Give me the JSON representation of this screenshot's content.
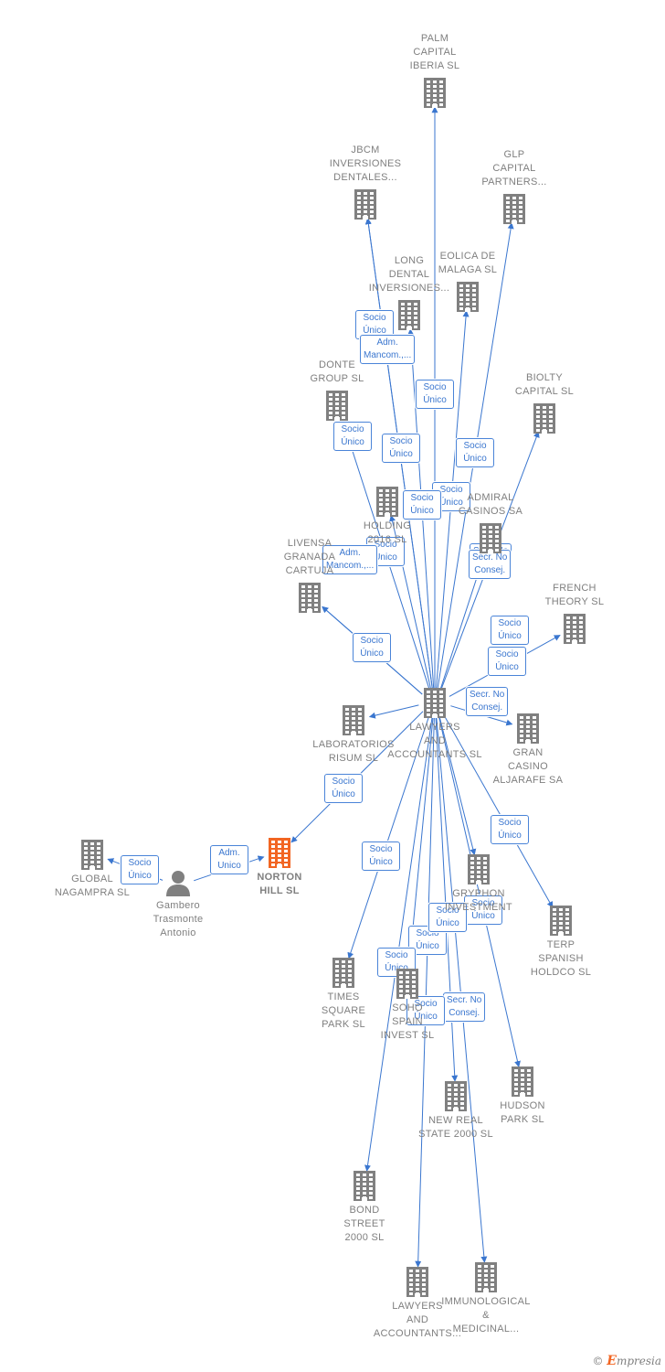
{
  "colors": {
    "edge": "#3a76cf",
    "building": "#808080",
    "focus": "#f26522",
    "label": "#7f7f7f"
  },
  "nodes": [
    {
      "id": "palm",
      "label": "PALM\nCAPITAL\nIBERIA  SL",
      "type": "company"
    },
    {
      "id": "jbcm",
      "label": "JBCM\nINVERSIONES\nDENTALES...",
      "type": "company"
    },
    {
      "id": "glp",
      "label": "GLP\nCAPITAL\nPARTNERS...",
      "type": "company"
    },
    {
      "id": "long",
      "label": "LONG\nDENTAL\nINVERSIONES...",
      "type": "company"
    },
    {
      "id": "eolica",
      "label": "EOLICA DE\nMALAGA  SL",
      "type": "company"
    },
    {
      "id": "donte",
      "label": "DONTE\nGROUP  SL",
      "type": "company"
    },
    {
      "id": "biolty",
      "label": "BIOLTY\nCAPITAL SL",
      "type": "company"
    },
    {
      "id": "hold2016",
      "label": "HOLDING\n2016  SL",
      "type": "company"
    },
    {
      "id": "admiral",
      "label": "ADMIRAL\nCASINOS SA",
      "type": "company"
    },
    {
      "id": "livensa",
      "label": "LIVENSA\nGRANADA\nCARTUJA",
      "type": "company"
    },
    {
      "id": "french",
      "label": "FRENCH\nTHEORY  SL",
      "type": "company"
    },
    {
      "id": "lawyers",
      "label": "LAWYERS\nAND\nACCOUNTANTS SL",
      "type": "company"
    },
    {
      "id": "labs",
      "label": "LABORATORIOS\nRISUM  SL",
      "type": "company"
    },
    {
      "id": "gran",
      "label": "GRAN\nCASINO\nALJARAFE SA",
      "type": "company"
    },
    {
      "id": "global",
      "label": "GLOBAL\nNAGAMPRA  SL",
      "type": "company"
    },
    {
      "id": "gambero",
      "label": "Gambero\nTrasmonte\nAntonio",
      "type": "person"
    },
    {
      "id": "norton",
      "label": "NORTON\nHILL  SL",
      "type": "focus"
    },
    {
      "id": "gryphon",
      "label": "GRYPHON\nINVESTMENT",
      "type": "company"
    },
    {
      "id": "terp",
      "label": "TERP\nSPANISH\nHOLDCO  SL",
      "type": "company"
    },
    {
      "id": "times",
      "label": "TIMES\nSQUARE\nPARK  SL",
      "type": "company"
    },
    {
      "id": "sospain",
      "label": "SOHO\nSPAIN\nINVEST SL",
      "type": "company"
    },
    {
      "id": "newreal",
      "label": "NEW REAL\nSTATE 2000  SL",
      "type": "company"
    },
    {
      "id": "hudson",
      "label": "HUDSON\nPARK SL",
      "type": "company"
    },
    {
      "id": "bond",
      "label": "BOND\nSTREET\n2000  SL",
      "type": "company"
    },
    {
      "id": "lawyers2",
      "label": "LAWYERS\nAND\nACCOUNTANTS...",
      "type": "company"
    },
    {
      "id": "immuno",
      "label": "IMMUNOLOGICAL\n&\nMEDICINAL...",
      "type": "company"
    }
  ],
  "edges": [
    {
      "from": "lawyers",
      "to": "palm",
      "label": "Socio\nÚnico"
    },
    {
      "from": "lawyers",
      "to": "jbcm",
      "label": "Socio\nÚnico"
    },
    {
      "from": "lawyers",
      "to": "jbcm",
      "label": "Adm.\nMancom.,..."
    },
    {
      "from": "lawyers",
      "to": "glp",
      "label": "Socio\nÚnico"
    },
    {
      "from": "lawyers",
      "to": "long",
      "label": "Socio\nÚnico"
    },
    {
      "from": "lawyers",
      "to": "eolica",
      "label": "Socio\nÚnico"
    },
    {
      "from": "lawyers",
      "to": "donte",
      "label": "Socio\nÚnico"
    },
    {
      "from": "lawyers",
      "to": "biolty",
      "label": "Secr.  No\nConsej."
    },
    {
      "from": "lawyers",
      "to": "hold2016",
      "label": "Socio\nÚnico"
    },
    {
      "from": "lawyers",
      "to": "admiral",
      "label": "Secr.  No\nConsej."
    },
    {
      "from": "lawyers",
      "to": "livensa",
      "label": "Socio\nÚnico"
    },
    {
      "from": "lawyers",
      "to": "livensa",
      "label": "Adm.\nMancom.,..."
    },
    {
      "from": "lawyers",
      "to": "french",
      "label": "Socio\nÚnico"
    },
    {
      "from": "lawyers",
      "to": "labs",
      "label": "Socio\nÚnico"
    },
    {
      "from": "lawyers",
      "to": "gran",
      "label": "Socio\nÚnico"
    },
    {
      "from": "lawyers",
      "to": "norton",
      "label": "Socio\nÚnico"
    },
    {
      "from": "gambero",
      "to": "norton",
      "label": "Adm.\nUnico"
    },
    {
      "from": "gambero",
      "to": "global",
      "label": "Socio\nÚnico"
    },
    {
      "from": "lawyers",
      "to": "gryphon",
      "label": "Socio\nÚnico"
    },
    {
      "from": "lawyers",
      "to": "terp",
      "label": "Socio\nÚnico"
    },
    {
      "from": "lawyers",
      "to": "times",
      "label": "Socio\nÚnico"
    },
    {
      "from": "lawyers",
      "to": "sospain",
      "label": "Socio\nÚnico"
    },
    {
      "from": "lawyers",
      "to": "newreal",
      "label": "Secr.  No\nConsej."
    },
    {
      "from": "lawyers",
      "to": "hudson",
      "label": "Socio\nÚnico"
    },
    {
      "from": "lawyers",
      "to": "bond",
      "label": "Socio\nÚnico"
    },
    {
      "from": "lawyers",
      "to": "lawyers2",
      "label": "Socio\nÚnico"
    },
    {
      "from": "lawyers",
      "to": "immuno",
      "label": "Secr.  No\nConsej."
    }
  ],
  "footer": {
    "copyright": "©",
    "brand_first": "E",
    "brand_rest": "mpresia"
  }
}
